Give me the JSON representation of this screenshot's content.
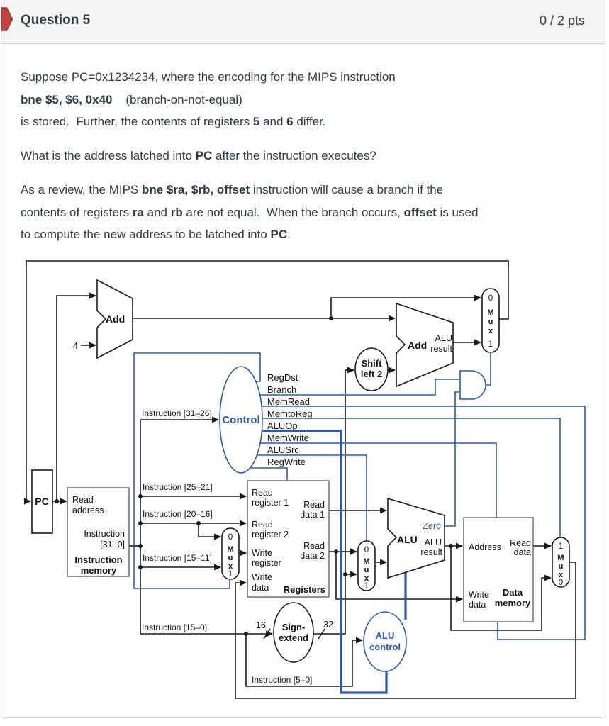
{
  "header": {
    "title": "Question 5",
    "score": "0 / 2 pts"
  },
  "question": {
    "p1": {
      "l1": "Suppose PC=0x1234234, where the encoding for the MIPS instruction",
      "l2_bold": "bne $5, $6, 0x40",
      "l2_rest": "    (branch-on-not-equal)",
      "l3_a": "is stored.  Further, the contents of registers ",
      "l3_b1": "5",
      "l3_mid": " and ",
      "l3_b2": "6",
      "l3_end": " differ."
    },
    "p2": {
      "a": "What is the address latched into ",
      "b": "PC",
      "c": " after the instruction executes?"
    },
    "p3": {
      "l1a": "As a review, the MIPS ",
      "l1b": "bne $ra, $rb, offset",
      "l1c": " instruction will cause a branch if the",
      "l2a": "contents of registers ",
      "l2b": "ra",
      "l2c": " and ",
      "l2d": "rb",
      "l2e": " are not equal.  When the branch occurs, ",
      "l2f": "offset",
      "l2g": " is used",
      "l3a": "to compute the new address to be latched into ",
      "l3b": "PC",
      "l3c": "."
    }
  },
  "diagram": {
    "colors": {
      "wire_blue": "#2d5ba7",
      "wire_black": "#1a1a1a",
      "accent_red": "#bf4540"
    },
    "add1": "Add",
    "four": "4",
    "add2": "Add",
    "add2_res1": "ALU",
    "add2_res2": "result",
    "shift1": "Shift",
    "shift2": "left 2",
    "mux": {
      "m": "M",
      "u": "u",
      "x": "x",
      "zero": "0",
      "one": "1"
    },
    "control": "Control",
    "signals": {
      "regdst": "RegDst",
      "branch": "Branch",
      "memread": "MemRead",
      "memtoreg": "MemtoReg",
      "aluop": "ALUOp",
      "memwrite": "MemWrite",
      "alusrc": "ALUSrc",
      "regwrite": "RegWrite"
    },
    "instr": {
      "i3126": "Instruction [31–26]",
      "i2521": "Instruction [25–21]",
      "i2016": "Instruction [20–16]",
      "i1511": "Instruction [15–11]",
      "i150": "Instruction [15–0]",
      "i50": "Instruction [5–0]"
    },
    "pc": "PC",
    "imem": {
      "read": "Read",
      "address": "address",
      "instr": "Instruction",
      "bits": "[31–0]",
      "name1": "Instruction",
      "name2": "memory"
    },
    "regs": {
      "read1a": "Read",
      "read1b": "register 1",
      "read2a": "Read",
      "read2b": "register 2",
      "wra": "Write",
      "wrb": "register",
      "wda": "Write",
      "wdb": "data",
      "rd1a": "Read",
      "rd1b": "data 1",
      "rd2a": "Read",
      "rd2b": "data 2",
      "name": "Registers"
    },
    "signext": {
      "n16": "16",
      "n32": "32",
      "l1": "Sign-",
      "l2": "extend"
    },
    "aluctl": {
      "l1": "ALU",
      "l2": "control"
    },
    "alu": {
      "name": "ALU",
      "zero": "Zero",
      "res1": "ALU",
      "res2": "result"
    },
    "dmem": {
      "address": "Address",
      "rd1": "Read",
      "rd2": "data",
      "wd1": "Write",
      "wd2": "data",
      "name1": "Data",
      "name2": "memory"
    }
  }
}
